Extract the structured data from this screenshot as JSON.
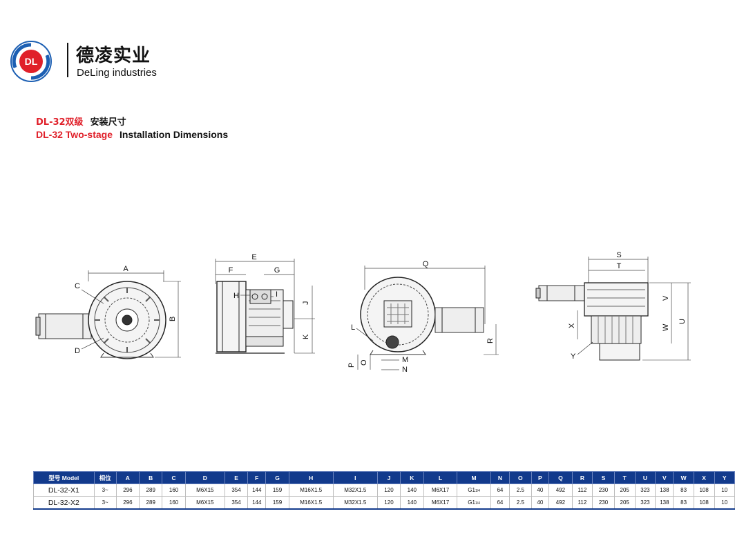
{
  "brand": {
    "logo_text": "DL",
    "name_cn": "德凌实业",
    "name_en": "DeLing industries"
  },
  "title": {
    "cn_model": "DL-32双级",
    "cn_label": "安装尺寸",
    "en_model": "DL-32 Two-stage",
    "en_label": "Installation Dimensions"
  },
  "drawing_labels": {
    "view1": [
      "A",
      "B",
      "C",
      "D"
    ],
    "view2": [
      "E",
      "F",
      "G",
      "H",
      "I",
      "J",
      "K"
    ],
    "view3": [
      "Q",
      "L",
      "R",
      "P",
      "O",
      "M",
      "N"
    ],
    "view4": [
      "S",
      "T",
      "V",
      "U",
      "W",
      "X",
      "Y"
    ]
  },
  "colors": {
    "header_bg": "#123a8c",
    "accent_red": "#e0202a",
    "logo_blue": "#1c5fb3"
  },
  "table": {
    "headers": [
      "型号 Model",
      "相位",
      "A",
      "B",
      "C",
      "D",
      "E",
      "F",
      "G",
      "H",
      "I",
      "J",
      "K",
      "L",
      "M",
      "N",
      "O",
      "P",
      "Q",
      "R",
      "S",
      "T",
      "U",
      "V",
      "W",
      "X",
      "Y"
    ],
    "rows": [
      [
        "DL-32-X1",
        "3~",
        "296",
        "289",
        "160",
        "M6X15",
        "354",
        "144",
        "159",
        "M16X1.5",
        "M32X1.5",
        "120",
        "140",
        "M6X17",
        "G1",
        "64",
        "2.5",
        "40",
        "492",
        "112",
        "230",
        "205",
        "323",
        "138",
        "83",
        "108",
        "10"
      ],
      [
        "DL-32-X2",
        "3~",
        "296",
        "289",
        "160",
        "M6X15",
        "354",
        "144",
        "159",
        "M16X1.5",
        "M32X1.5",
        "120",
        "140",
        "M6X17",
        "G1",
        "64",
        "2.5",
        "40",
        "492",
        "112",
        "230",
        "205",
        "323",
        "138",
        "83",
        "108",
        "10"
      ]
    ],
    "thread_suffix": "1/4"
  }
}
